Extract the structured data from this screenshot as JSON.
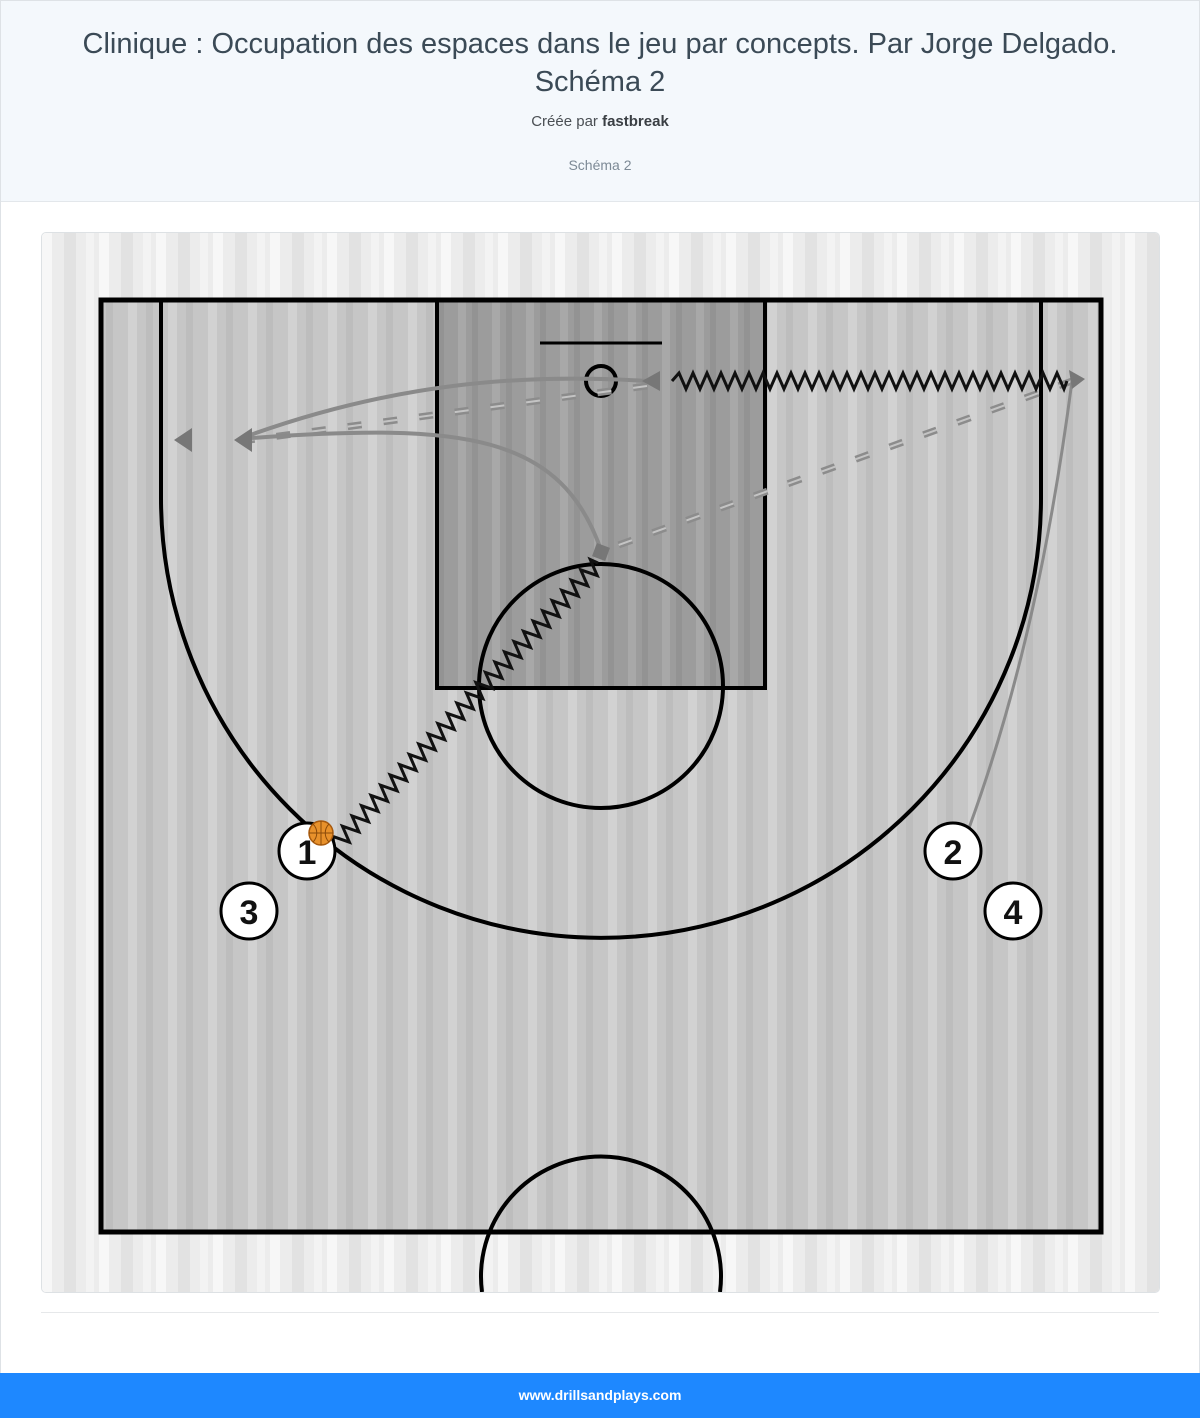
{
  "header": {
    "title": "Clinique : Occupation des espaces dans le jeu par concepts. Par Jorge Delgado. Schéma 2",
    "created_by_prefix": "Créée par",
    "author": "fastbreak",
    "diagram_caption": "Schéma 2"
  },
  "diagram": {
    "players": [
      {
        "id": "p1",
        "label": "1",
        "has_ball": true
      },
      {
        "id": "p2",
        "label": "2",
        "has_ball": false
      },
      {
        "id": "p3",
        "label": "3",
        "has_ball": false
      },
      {
        "id": "p4",
        "label": "4",
        "has_ball": false
      }
    ],
    "colors": {
      "court_floor": "#c9c9c9",
      "paint": "#9a9a9a",
      "lines": "#000000",
      "movement": "#8a8a8a",
      "ball": "#e8912b"
    }
  },
  "footer": {
    "site": "www.drillsandplays.com"
  }
}
